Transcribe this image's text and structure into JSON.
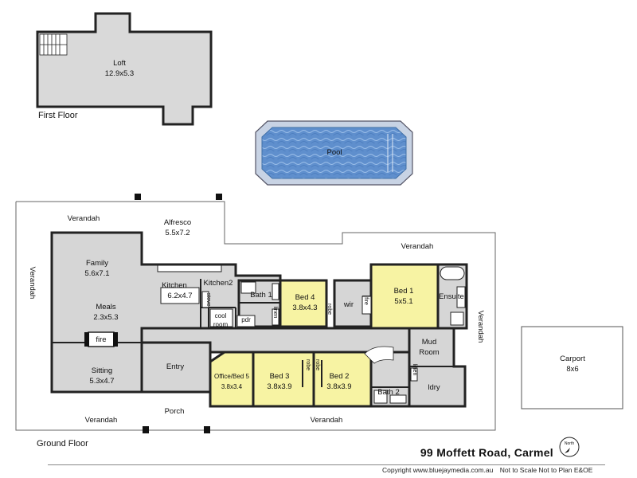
{
  "floors": {
    "first_floor": "First Floor",
    "ground_floor": "Ground Floor"
  },
  "rooms": {
    "loft": {
      "name": "Loft",
      "size": "12.9x5.3"
    },
    "pool": {
      "name": "Pool"
    },
    "verandah_top": {
      "name": "Verandah"
    },
    "verandah_right_top": {
      "name": "Verandah"
    },
    "verandah_left": {
      "name": "Verandah"
    },
    "verandah_right": {
      "name": "Verandah"
    },
    "verandah_bottom_left": {
      "name": "Verandah"
    },
    "verandah_bottom_right": {
      "name": "Verandah"
    },
    "alfresco": {
      "name": "Alfresco",
      "size": "5.5x7.2"
    },
    "family": {
      "name": "Family",
      "size": "5.6x7.1"
    },
    "meals": {
      "name": "Meals",
      "size": "2.3x5.3"
    },
    "kitchen": {
      "name": "Kitchen",
      "size": "6.2x4.7"
    },
    "kitchen2": {
      "name": "Kitchen2"
    },
    "stove": {
      "name": "stove"
    },
    "cool_room": {
      "name": "cool room"
    },
    "pdr": {
      "name": "pdr"
    },
    "bath1": {
      "name": "Bath 1"
    },
    "linen1": {
      "name": "linen"
    },
    "bed4": {
      "name": "Bed 4",
      "size": "3.8x4.3"
    },
    "robe1": {
      "name": "robe"
    },
    "wir": {
      "name": "wir"
    },
    "fire_small": {
      "name": "fire"
    },
    "bed1": {
      "name": "Bed 1",
      "size": "5x5.1"
    },
    "ensuite": {
      "name": "Ensuite"
    },
    "fire": {
      "name": "fire"
    },
    "sitting": {
      "name": "Sitting",
      "size": "5.3x4.7"
    },
    "entry": {
      "name": "Entry"
    },
    "porch": {
      "name": "Porch"
    },
    "office_bed5": {
      "name": "Office/Bed 5",
      "size": "3.8x3.4"
    },
    "bed3": {
      "name": "Bed 3",
      "size": "3.8x3.9"
    },
    "robe2": {
      "name": "robe"
    },
    "robe3": {
      "name": "robe"
    },
    "bed2": {
      "name": "Bed 2",
      "size": "3.8x3.9"
    },
    "mud_room": {
      "name": "Mud Room"
    },
    "linen2": {
      "name": "linen"
    },
    "ldry": {
      "name": "ldry"
    },
    "bath2": {
      "name": "Bath 2"
    },
    "carport": {
      "name": "Carport",
      "size": "8x6"
    }
  },
  "footer": {
    "address": "99 Moffett Road, Carmel",
    "north": "North",
    "copyright": "Copyright www.bluejaymedia.com.au",
    "not_to_scale": "Not to Scale Not to Plan E&OE"
  },
  "colors": {
    "bedroom_fill": "#f7f3a3",
    "room_fill": "#d6d6d6",
    "outline": "#222222",
    "pool_water": "#6a9ad4",
    "pool_edge": "#c8d3e4"
  }
}
